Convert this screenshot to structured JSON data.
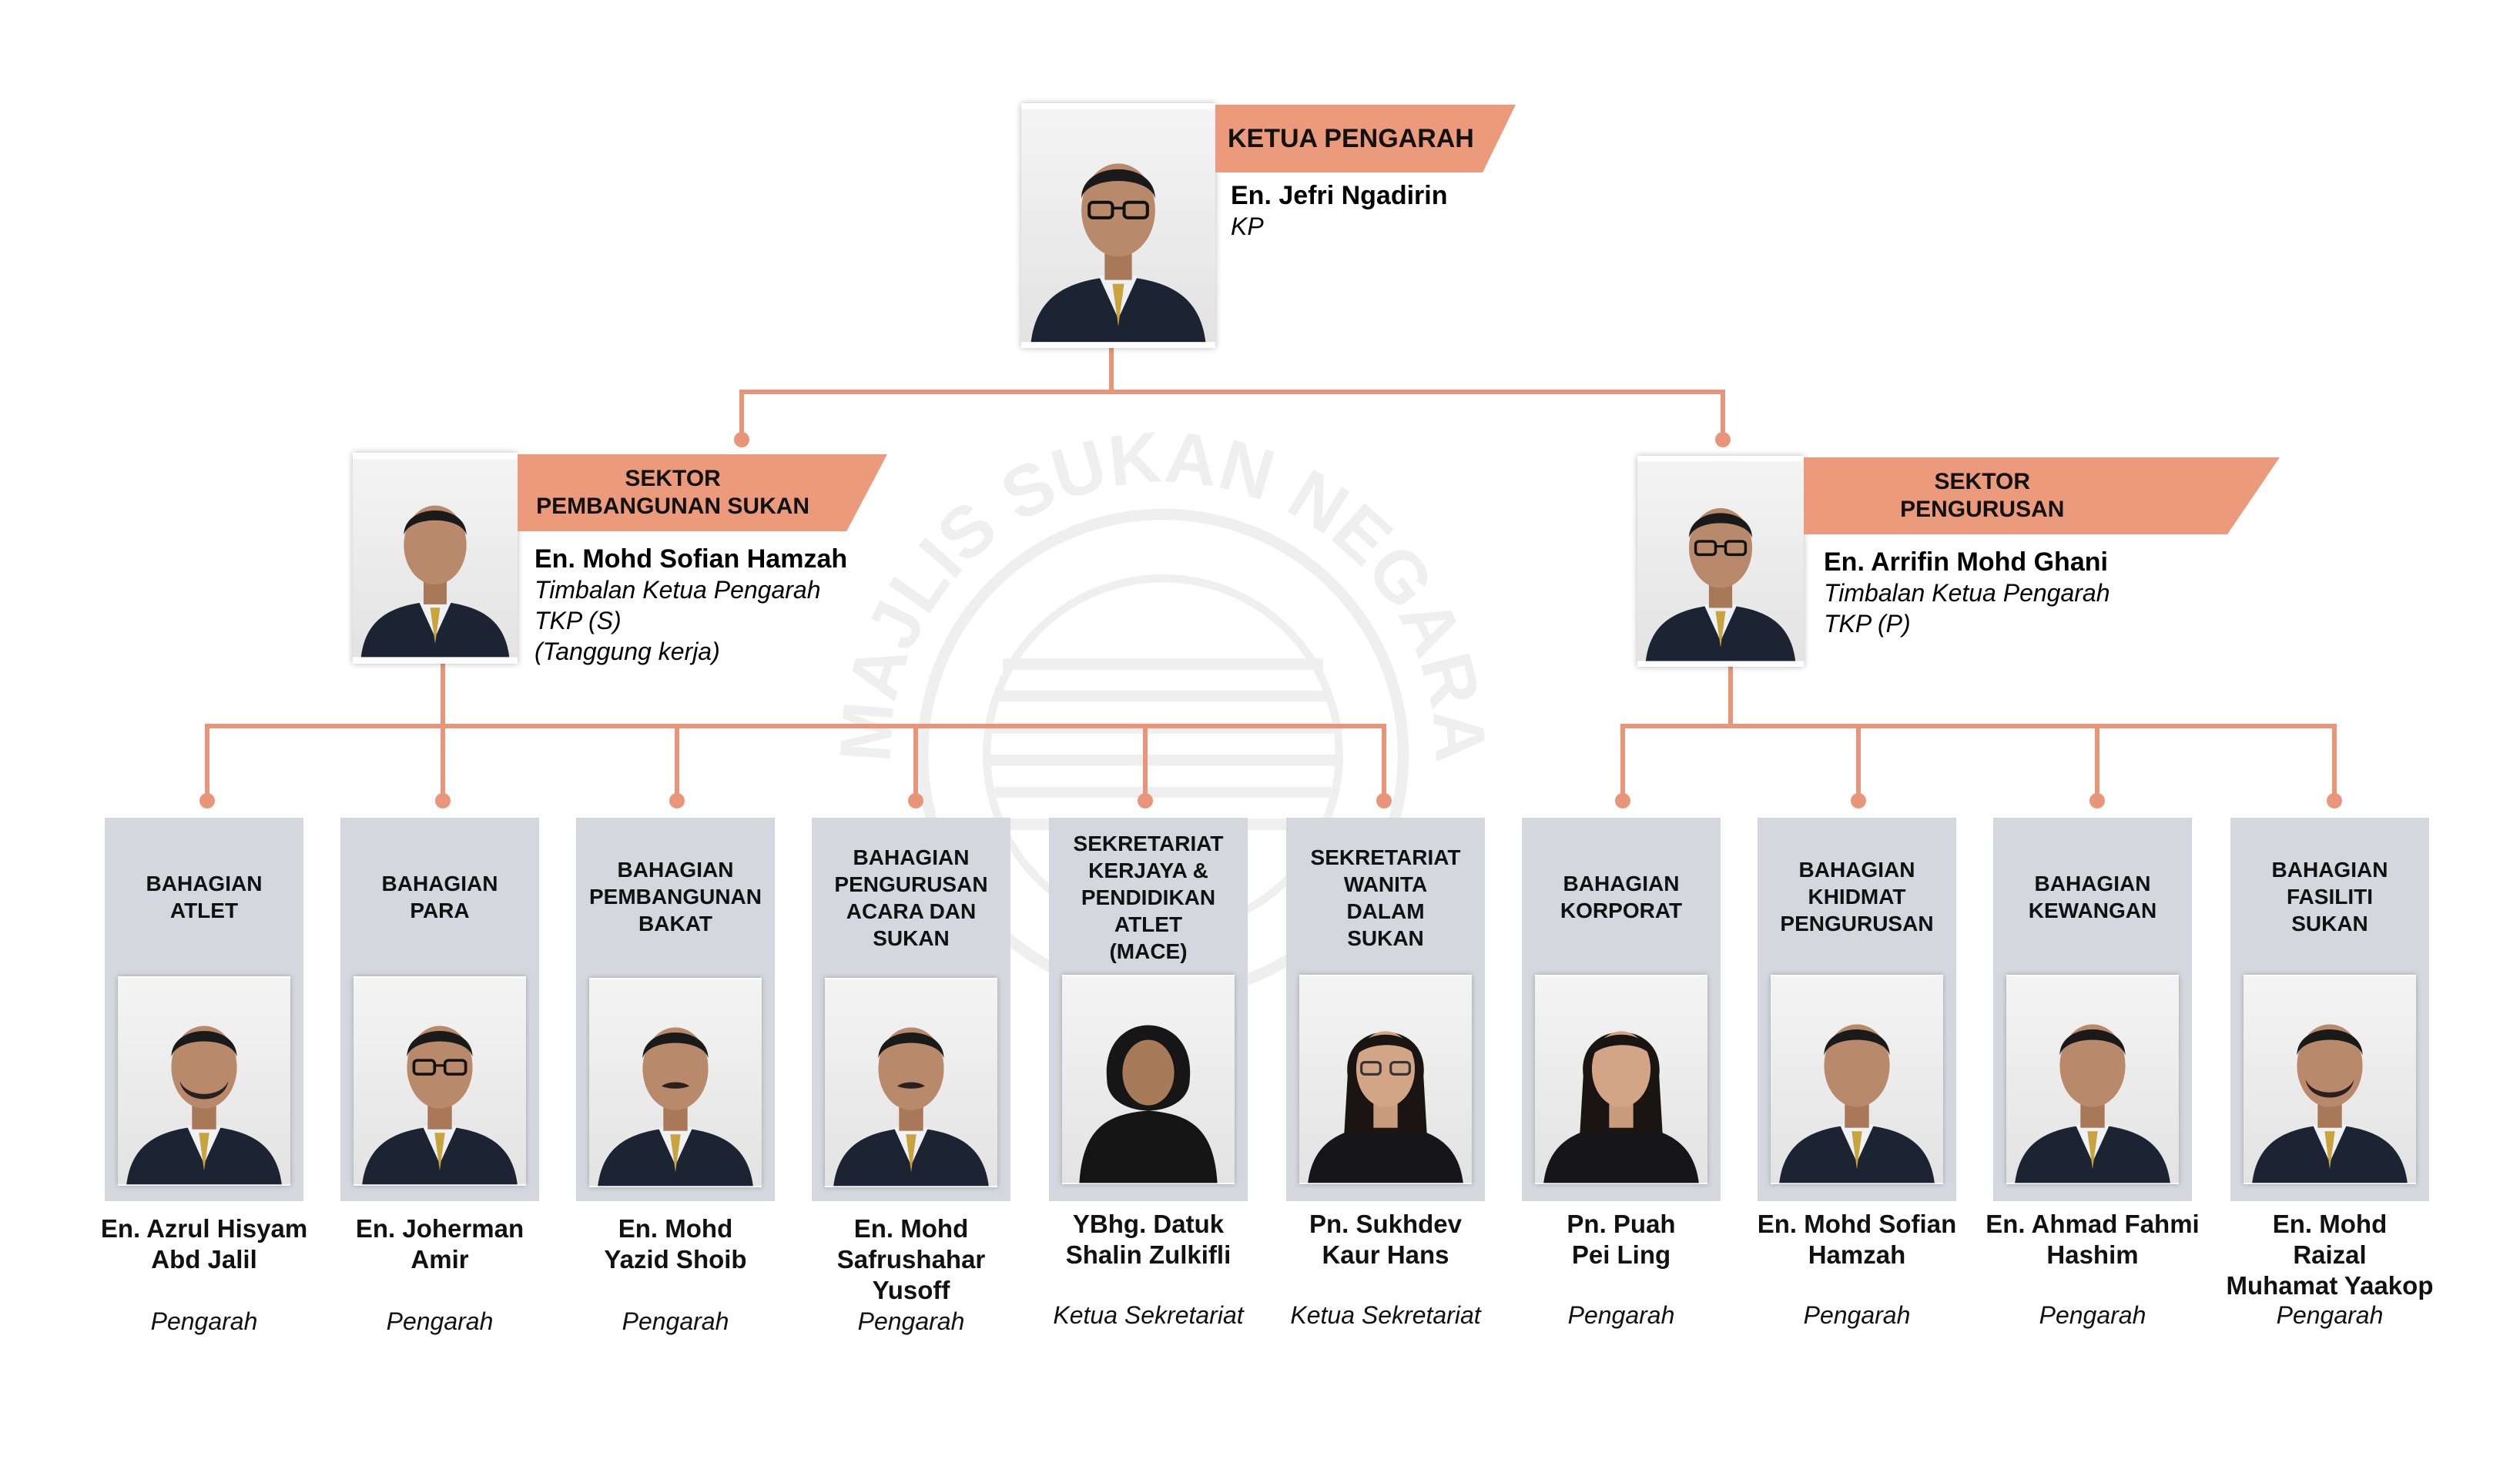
{
  "colors": {
    "accent": "#eb9b7c",
    "connector": "#e8957a",
    "box_bg": "#d4d8de"
  },
  "watermark": {
    "text": "MAJLIS SUKAN NEGARA"
  },
  "top": {
    "title": "KETUA PENGARAH",
    "name": "En. Jefri Ngadirin",
    "role": "KP",
    "photo_icon": "man-glasses-portrait"
  },
  "sectors": [
    {
      "title_line1": "SEKTOR",
      "title_line2": "PEMBANGUNAN SUKAN",
      "name": "En. Mohd Sofian Hamzah",
      "role1": "Timbalan Ketua Pengarah",
      "role2": "TKP (S)",
      "role3": "(Tanggung kerja)",
      "photo_icon": "man-portrait"
    },
    {
      "title_line1": "SEKTOR",
      "title_line2": "PENGURUSAN",
      "name": "En. Arrifin Mohd Ghani",
      "role1": "Timbalan Ketua Pengarah",
      "role2": "TKP (P)",
      "photo_icon": "man-glasses-portrait"
    }
  ],
  "divisions": [
    {
      "title": [
        "BAHAGIAN",
        "ATLET"
      ],
      "name": [
        "En. Azrul Hisyam",
        "Abd Jalil"
      ],
      "role": "Pengarah",
      "photo_icon": "man-beard-portrait"
    },
    {
      "title": [
        "BAHAGIAN",
        "PARA"
      ],
      "name": [
        "En. Joherman",
        "Amir"
      ],
      "role": "Pengarah",
      "photo_icon": "man-glasses-portrait"
    },
    {
      "title": [
        "BAHAGIAN",
        "PEMBANGUNAN",
        "BAKAT"
      ],
      "name": [
        "En. Mohd",
        "Yazid Shoib"
      ],
      "role": "Pengarah",
      "photo_icon": "man-mustache-portrait"
    },
    {
      "title": [
        "BAHAGIAN",
        "PENGURUSAN",
        "ACARA DAN",
        "SUKAN"
      ],
      "name": [
        "En. Mohd",
        "Safrushahar",
        "Yusoff"
      ],
      "role": "Pengarah",
      "photo_icon": "man-mustache-portrait"
    },
    {
      "title": [
        "SEKRETARIAT",
        "KERJAYA &",
        "PENDIDIKAN",
        "ATLET",
        "(MACE)"
      ],
      "name": [
        "YBhg. Datuk",
        "Shalin Zulkifli"
      ],
      "role": "Ketua Sekretariat",
      "photo_icon": "woman-hijab-portrait"
    },
    {
      "title": [
        "SEKRETARIAT",
        "WANITA",
        "DALAM",
        "SUKAN"
      ],
      "name": [
        "Pn. Sukhdev",
        "Kaur Hans"
      ],
      "role": "Ketua Sekretariat",
      "photo_icon": "woman-glasses-portrait"
    },
    {
      "title": [
        "BAHAGIAN",
        "KORPORAT"
      ],
      "name": [
        "Pn. Puah",
        "Pei Ling"
      ],
      "role": "Pengarah",
      "photo_icon": "woman-portrait"
    },
    {
      "title": [
        "BAHAGIAN",
        "KHIDMAT",
        "PENGURUSAN"
      ],
      "name": [
        "En. Mohd Sofian",
        "Hamzah"
      ],
      "role": "Pengarah",
      "photo_icon": "man-portrait"
    },
    {
      "title": [
        "BAHAGIAN",
        "KEWANGAN"
      ],
      "name": [
        "En. Ahmad Fahmi",
        "Hashim"
      ],
      "role": "Pengarah",
      "photo_icon": "man-portrait"
    },
    {
      "title": [
        "BAHAGIAN",
        "FASILITI",
        "SUKAN"
      ],
      "name": [
        "En. Mohd",
        "Raizal",
        "Muhamat Yaakop"
      ],
      "role": "Pengarah",
      "photo_icon": "man-beard-portrait"
    }
  ]
}
